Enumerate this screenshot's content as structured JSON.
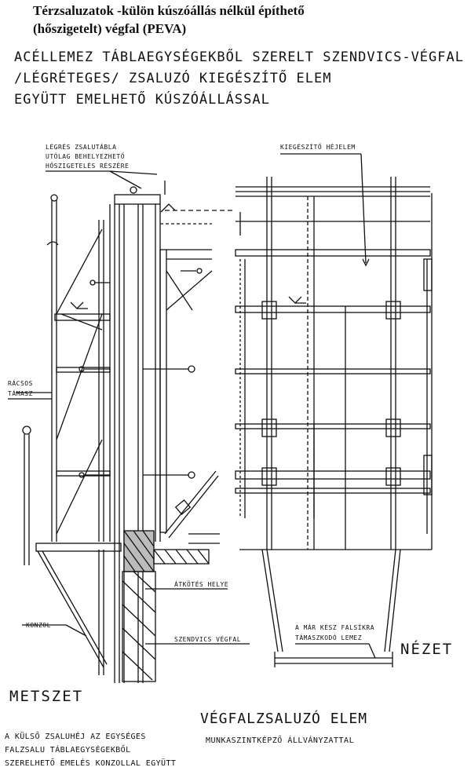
{
  "title": {
    "line1": "Térzsaluzatok -külön kúszóállás nélkül építhető",
    "line2": "(hőszigetelt) végfal (PEVA)"
  },
  "heading": {
    "line1": "ACÉLLEMEZ TÁBLAEGYSÉGEKBŐL SZERELT SZENDVICS-VÉGFAL",
    "line2": "/LÉGRÉTEGES/ ZSALUZÓ KIEGÉSZÍTŐ ELEM",
    "line3": "EGYÜTT EMELHETŐ KÚSZÓÁLLÁSSAL"
  },
  "labels": {
    "legres_1": "LÉGRÉS ZSALUTÁBLA",
    "legres_2": "UTÓLAG BEHELYEZHETŐ",
    "legres_3": "HŐSZIGETELÉS RÉSZÉRE",
    "kiegeszito": "KIEGÉSZÍTŐ HÉJELEM",
    "racsos_1": "RÁCSOS",
    "racsos_2": "TÁMASZ",
    "atkotes": "ÁTKÖTÉS HELYE",
    "konzol": "KONZOL",
    "szendvics": "SZENDVICS VÉGFAL",
    "mar_1": "A MÁR KÉSZ FALSÍKRA",
    "mar_2": "TÁMASZKODÓ LEMEZ",
    "nezet": "NÉZET",
    "metszet": "METSZET",
    "vegfal_elem": "VÉGFALZSALUZÓ ELEM",
    "munkaszint": "MUNKASZINTKÉPZŐ ÁLLVÁNYZATTAL"
  },
  "footer": {
    "line1": "A KÜLSŐ ZSALUHÉJ AZ EGYSÉGES",
    "line2": "FALZSALU TÁBLAEGYSÉGEKBŐL",
    "line3": "SZERELHETŐ EMELÉS KONZOLLAL EGYÜTT"
  }
}
